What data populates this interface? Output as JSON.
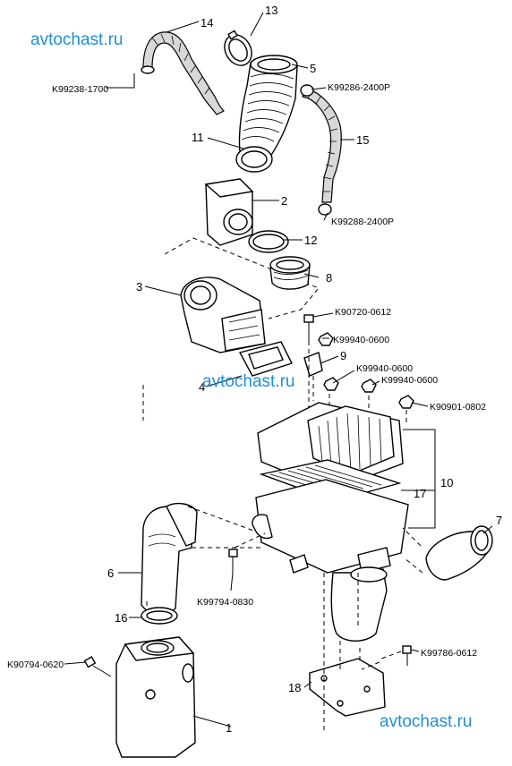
{
  "watermarks": [
    "avtochast.ru",
    "avtochast.ru",
    "avtochast.ru"
  ],
  "callouts": [
    {
      "key": "p1",
      "number": "1"
    },
    {
      "key": "p2",
      "number": "2"
    },
    {
      "key": "p3",
      "number": "3"
    },
    {
      "key": "p4",
      "number": "4"
    },
    {
      "key": "p5",
      "number": "5"
    },
    {
      "key": "p6",
      "number": "6"
    },
    {
      "key": "p7",
      "number": "7"
    },
    {
      "key": "p8",
      "number": "8"
    },
    {
      "key": "p9",
      "number": "9"
    },
    {
      "key": "p10",
      "number": "10"
    },
    {
      "key": "p11",
      "number": "11"
    },
    {
      "key": "p12",
      "number": "12"
    },
    {
      "key": "p13",
      "number": "13"
    },
    {
      "key": "p14",
      "number": "14"
    },
    {
      "key": "p15",
      "number": "15"
    },
    {
      "key": "p16",
      "number": "16"
    },
    {
      "key": "p17",
      "number": "17"
    },
    {
      "key": "p18",
      "number": "18"
    }
  ],
  "part_codes": [
    "K99238-1700",
    "K99286-2400P",
    "K99288-2400P",
    "K90720-0612",
    "K99940-0600",
    "K99940-0600",
    "K99940-0600",
    "K90901-0802",
    "K99794-0830",
    "K99786-0612",
    "K90794-0620"
  ]
}
